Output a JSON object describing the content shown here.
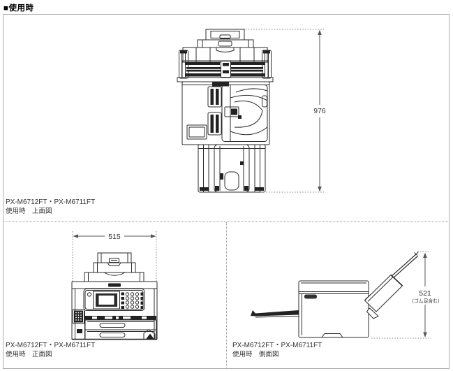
{
  "header": {
    "title": "■使用時"
  },
  "views": {
    "top": {
      "model": "PX-M6712FT・PX-M6711FT",
      "caption": "使用時　上面図",
      "dimension": {
        "value": "976"
      }
    },
    "front": {
      "model": "PX-M6712FT・PX-M6711FT",
      "caption": "使用時　正面図",
      "dimension": {
        "value": "515"
      }
    },
    "side": {
      "model": "PX-M6712FT・PX-M6711FT",
      "caption": "使用時　側面図",
      "dimension": {
        "value": "521",
        "note": "（ゴム足含む）"
      }
    }
  },
  "branding": {
    "logo": "epson-logo"
  },
  "colors": {
    "line": "#2b2b2b",
    "dark_fill": "#222222",
    "dimension": "#555555",
    "text": "#333333",
    "frame_border": "#adadad"
  }
}
